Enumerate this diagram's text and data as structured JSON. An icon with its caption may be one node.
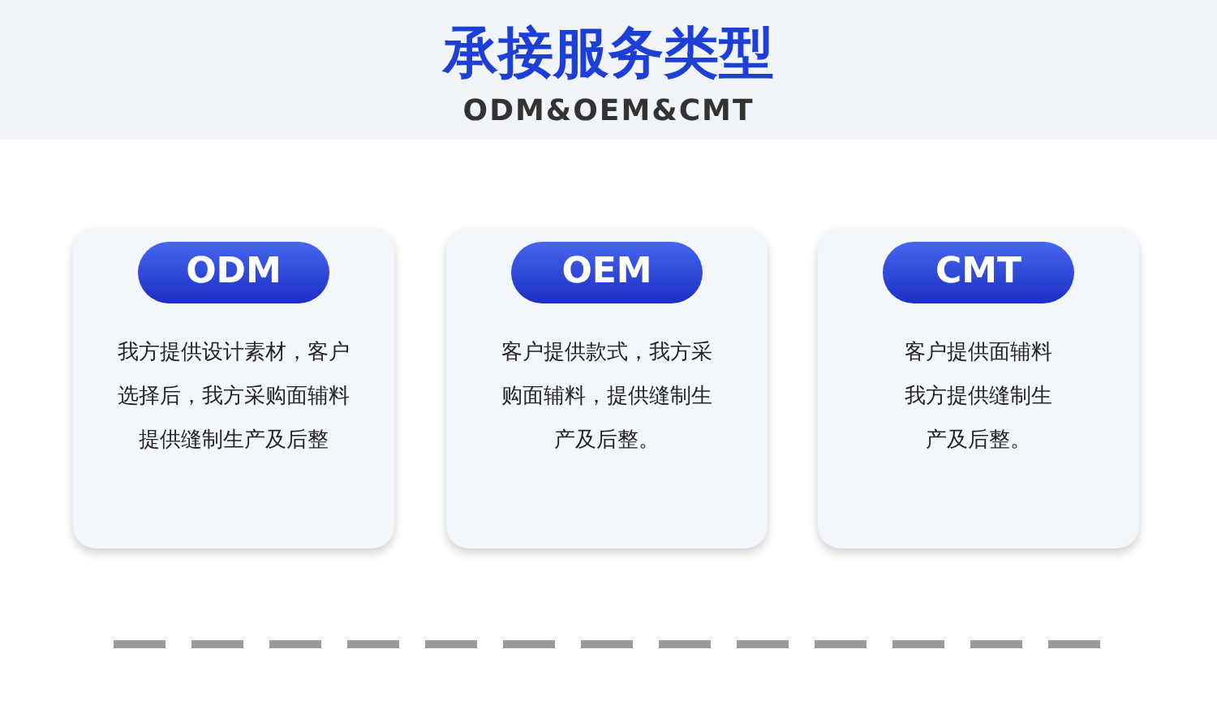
{
  "diagram": {
    "title": "承接服务类型",
    "nodes": [
      {
        "text": [
          "ODM",
          "我方提供设计素材，客户选择后，我方采购面辅料提供缝制生产及后整"
        ]
      },
      {
        "text": [
          "OEM",
          "客户提供款式，我方采购面辅料，提供缝制生产及后整。"
        ]
      },
      {
        "text": [
          "CMT",
          "客户提供面辅料我方提供缝制生产及后整。"
        ]
      }
    ],
    "labels": [
      "ODM&OEM&CMT"
    ]
  }
}
